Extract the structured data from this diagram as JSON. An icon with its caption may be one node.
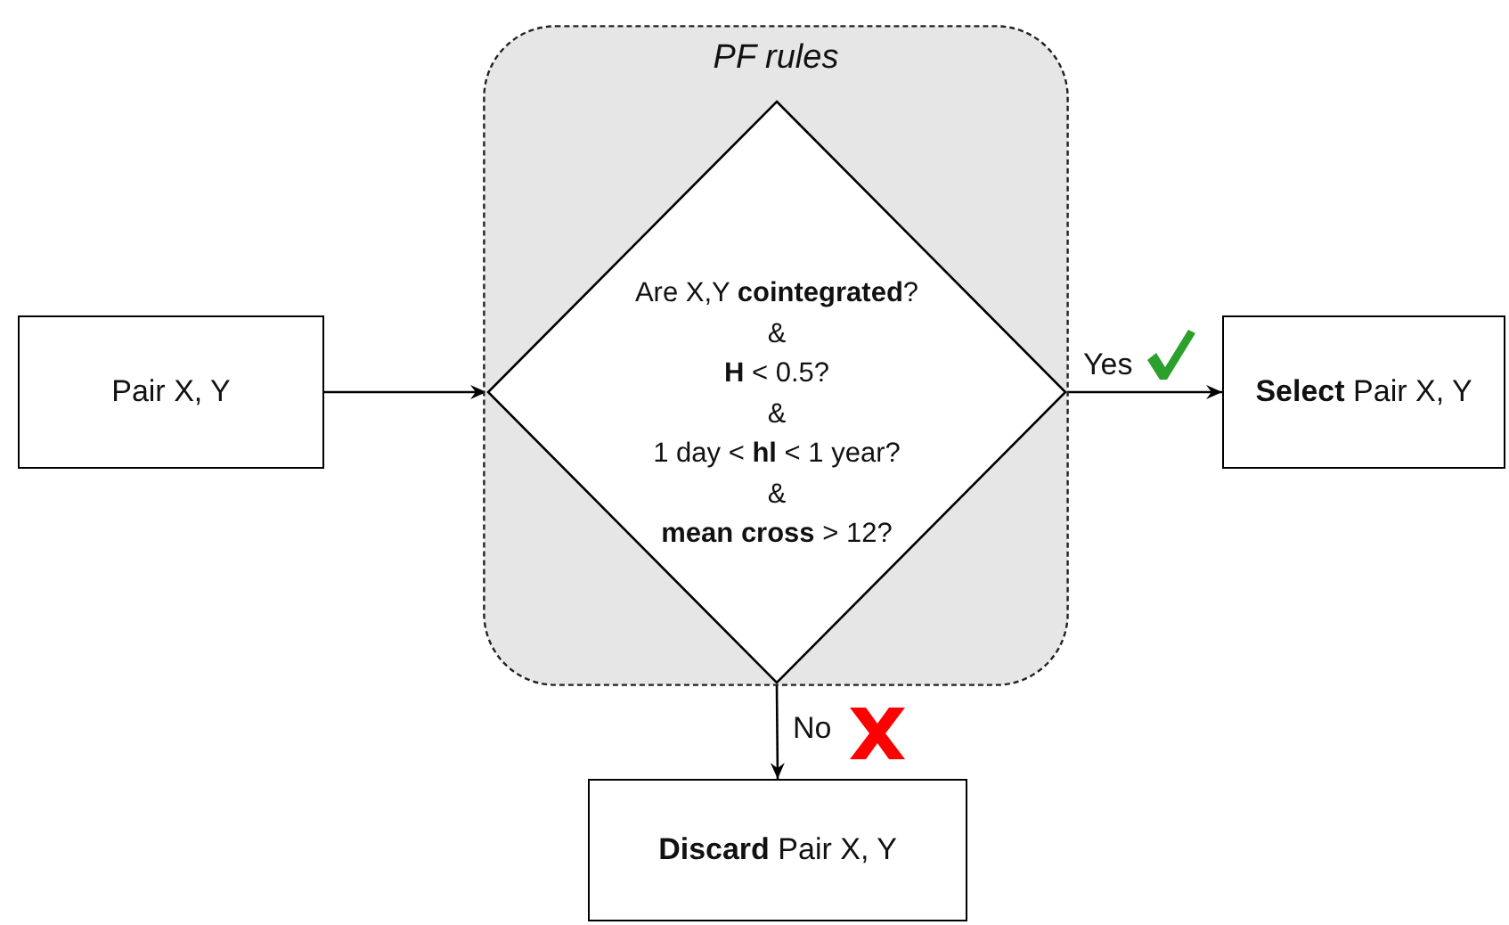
{
  "diagram": {
    "nodes": [
      {
        "text": [
          "Pair X, Y"
        ]
      },
      {
        "text": [
          "PF rules"
        ]
      },
      {
        "text": [
          "Are X,Y **cointegrated**?",
          "&",
          "**H** < 0.5?",
          "&",
          "1 day < **hl** < 1 year?",
          "&",
          "**mean cross** > 12?"
        ],
        "in": 1
      },
      {
        "text": [
          "**Select** Pair X, Y"
        ]
      },
      {
        "text": [
          "**Discard** Pair X, Y"
        ]
      }
    ],
    "edges": [
      {
        "from": 0,
        "to": 2,
        "arrow": "to"
      },
      {
        "from": 2,
        "to": 3,
        "arrow": "to",
        "label": "Yes"
      },
      {
        "from": 2,
        "to": 4,
        "arrow": "to",
        "label": "No"
      }
    ]
  }
}
